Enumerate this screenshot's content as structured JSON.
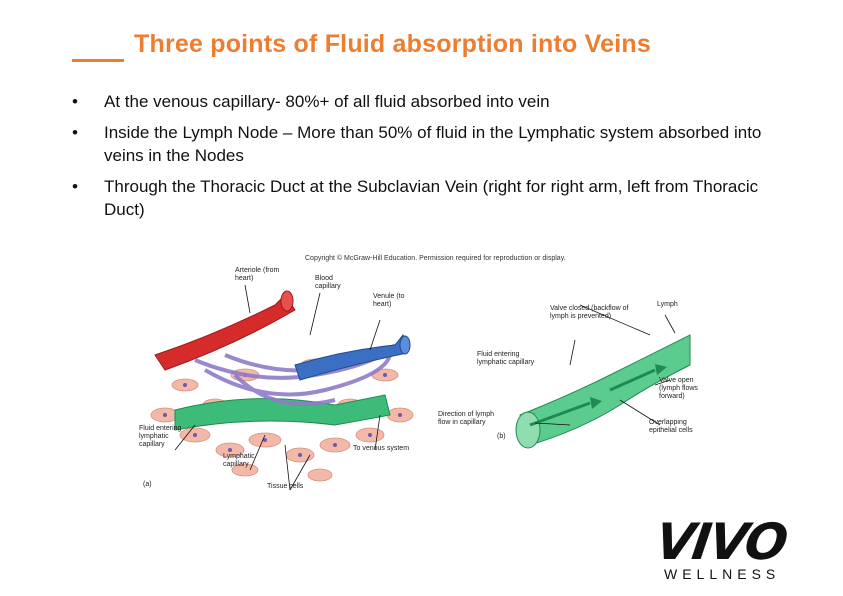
{
  "title": "Three points of Fluid absorption into Veins",
  "bullets": [
    "At the venous capillary- 80%+ of all fluid absorbed into vein",
    "Inside the Lymph Node – More than 50% of fluid in the Lymphatic system absorbed into veins in the Nodes",
    "Through the Thoracic Duct at the Subclavian Vein (right for right arm, left from Thoracic Duct)"
  ],
  "figure": {
    "copyright": "Copyright © McGraw-Hill Education. Permission required for reproduction or display.",
    "panel_a": {
      "arteriole": "Arteriole (from heart)",
      "blood_capillary": "Blood capillary",
      "venule": "Venule (to heart)",
      "fluid_entering": "Fluid entering lymphatic capillary",
      "lymphatic_capillary": "Lymphatic capillary",
      "tissue_cells": "Tissue cells",
      "to_venous": "To venous system",
      "panel_letter": "(a)"
    },
    "panel_b": {
      "valve_closed": "Valve closed (backflow of lymph is prevented)",
      "lymph": "Lymph",
      "fluid_entering": "Fluid entering lymphatic capillary",
      "valve_open": "Valve open (lymph flows forward)",
      "direction": "Direction of lymph flow in capillary",
      "overlapping": "Overlapping epithelial cells",
      "panel_letter": "(b)"
    }
  },
  "logo": {
    "main": "VIVO",
    "sub": "WELLNESS"
  },
  "colors": {
    "title": "#ED7D31",
    "artery": "#D62B2B",
    "vein": "#3B6FC4",
    "lymph": "#2FA866",
    "cell": "#F2B8A8"
  }
}
